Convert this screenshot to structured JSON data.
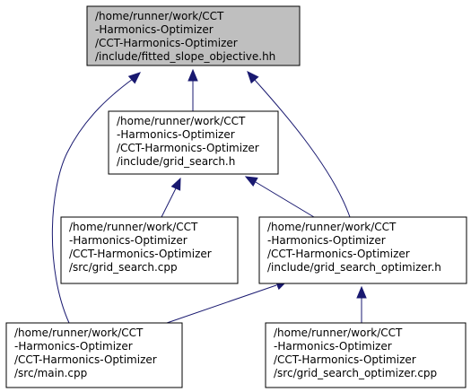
{
  "diagram": {
    "type": "include-dependency-graph",
    "edge_color": "#191970",
    "highlight_fill": "#bfbfbf",
    "node_fill": "#ffffff",
    "nodes": [
      {
        "id": "fitted_slope_objective",
        "lines": [
          "/home/runner/work/CCT",
          "-Harmonics-Optimizer",
          "/CCT-Harmonics-Optimizer",
          "/include/fitted_slope_objective.hh"
        ],
        "highlighted": true
      },
      {
        "id": "grid_search_h",
        "lines": [
          "/home/runner/work/CCT",
          "-Harmonics-Optimizer",
          "/CCT-Harmonics-Optimizer",
          "/include/grid_search.h"
        ],
        "highlighted": false
      },
      {
        "id": "grid_search_cpp",
        "lines": [
          "/home/runner/work/CCT",
          "-Harmonics-Optimizer",
          "/CCT-Harmonics-Optimizer",
          "/src/grid_search.cpp"
        ],
        "highlighted": false
      },
      {
        "id": "grid_search_optimizer_h",
        "lines": [
          "/home/runner/work/CCT",
          "-Harmonics-Optimizer",
          "/CCT-Harmonics-Optimizer",
          "/include/grid_search_optimizer.h"
        ],
        "highlighted": false
      },
      {
        "id": "main_cpp",
        "lines": [
          "/home/runner/work/CCT",
          "-Harmonics-Optimizer",
          "/CCT-Harmonics-Optimizer",
          "/src/main.cpp"
        ],
        "highlighted": false
      },
      {
        "id": "grid_search_optimizer_cpp",
        "lines": [
          "/home/runner/work/CCT",
          "-Harmonics-Optimizer",
          "/CCT-Harmonics-Optimizer",
          "/src/grid_search_optimizer.cpp"
        ],
        "highlighted": false
      }
    ],
    "edges": [
      {
        "from": "grid_search_h",
        "to": "fitted_slope_objective"
      },
      {
        "from": "grid_search_optimizer_h",
        "to": "fitted_slope_objective"
      },
      {
        "from": "main_cpp",
        "to": "fitted_slope_objective"
      },
      {
        "from": "grid_search_cpp",
        "to": "grid_search_h"
      },
      {
        "from": "grid_search_optimizer_h",
        "to": "grid_search_h"
      },
      {
        "from": "main_cpp",
        "to": "grid_search_optimizer_h"
      },
      {
        "from": "grid_search_optimizer_cpp",
        "to": "grid_search_optimizer_h"
      }
    ]
  }
}
